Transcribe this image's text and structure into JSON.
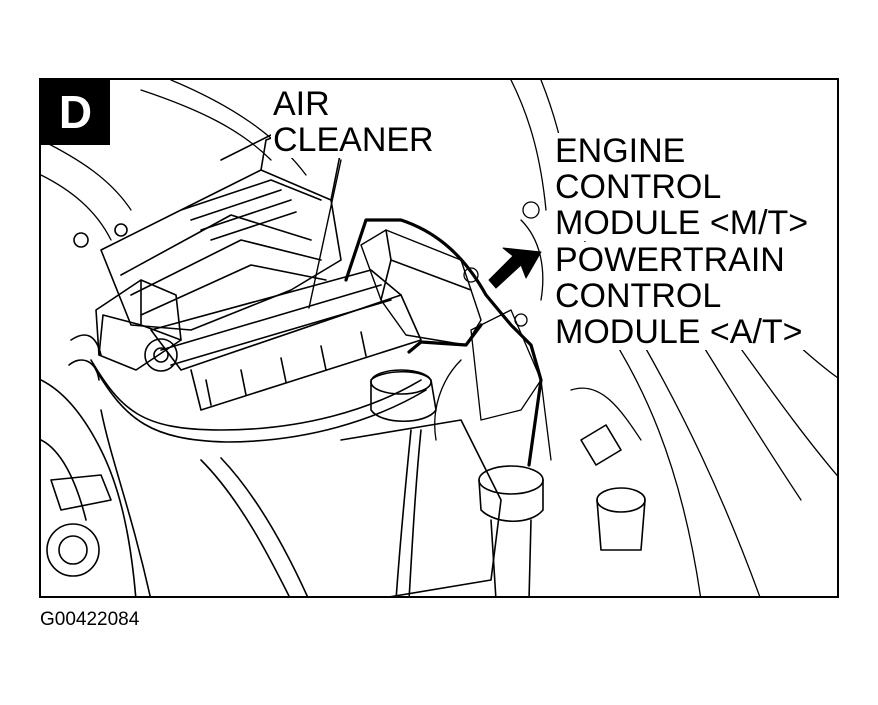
{
  "panel": {
    "letter": "D"
  },
  "labels": {
    "air_cleaner": [
      "AIR",
      "CLEANER"
    ],
    "ecm": [
      "ENGINE",
      "CONTROL",
      "MODULE <M/T>"
    ],
    "pcm": [
      "POWERTRAIN",
      "CONTROL",
      "MODULE <A/T>"
    ]
  },
  "figure_id": "G00422084"
}
